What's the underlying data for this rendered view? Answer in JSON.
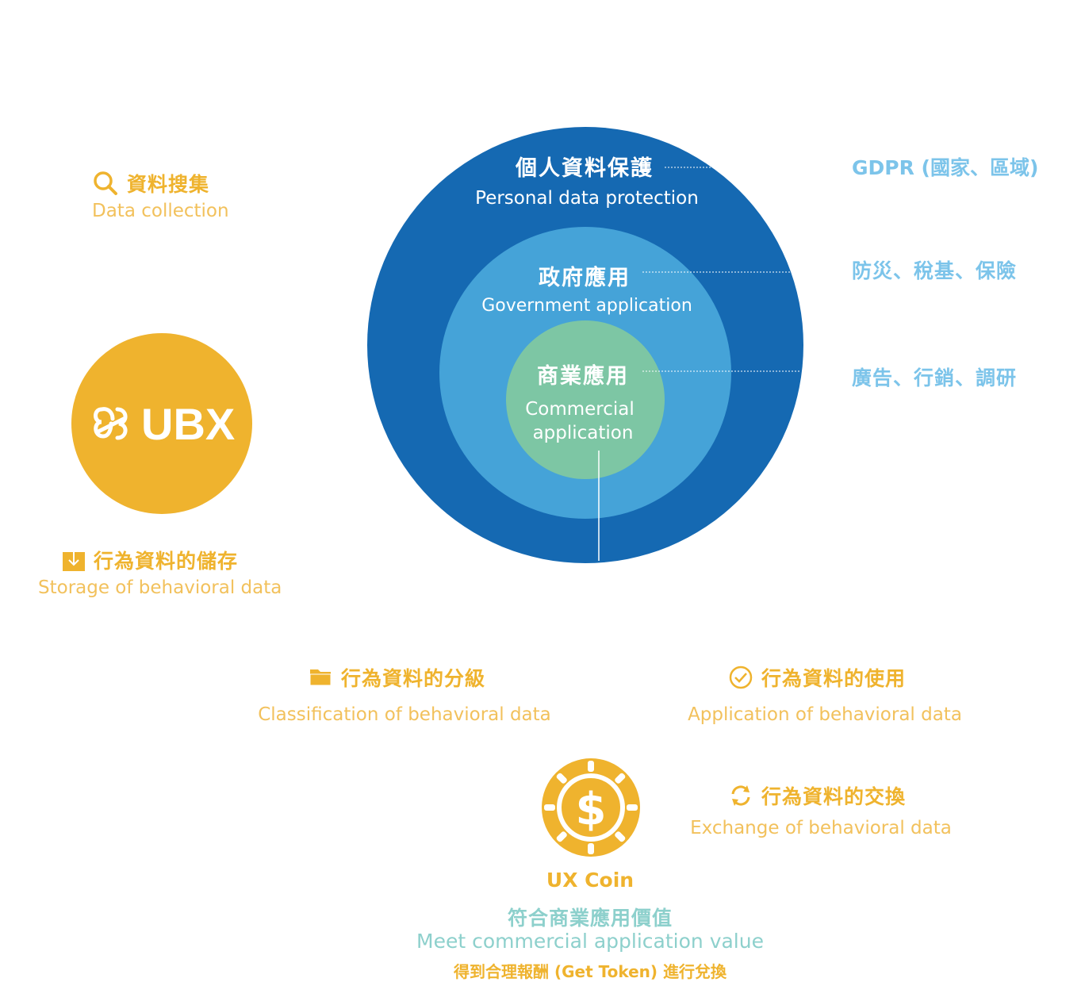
{
  "features": {
    "collection": {
      "icon": "search-icon",
      "zh": "資料搜集",
      "en": "Data collection"
    },
    "storage": {
      "icon": "download-box-icon",
      "zh": "行為資料的儲存",
      "en": "Storage of behavioral data"
    },
    "classification": {
      "icon": "folder-icon",
      "zh": "行為資料的分級",
      "en": "Classification of behavioral data"
    },
    "application": {
      "icon": "check-circle-icon",
      "zh": "行為資料的使用",
      "en": "Application of behavioral data"
    },
    "exchange": {
      "icon": "refresh-icon",
      "zh": "行為資料的交換",
      "en": "Exchange of behavioral data"
    }
  },
  "logo": {
    "text": "UBX",
    "icon": "ubx-logo-icon"
  },
  "circles": {
    "outer": {
      "zh": "個人資料保護",
      "en": "Personal data protection",
      "color": "#1569B2"
    },
    "middle": {
      "zh": "政府應用",
      "en": "Government application",
      "color": "#45A3D8"
    },
    "inner": {
      "zh": "商業應用",
      "en_line1": "Commercial",
      "en_line2": "application",
      "color": "#7DC6A4"
    }
  },
  "annotations": {
    "outer": "GDPR (國家、區域)",
    "middle": "防災、稅基、保險",
    "inner": "廣告、行銷、調研"
  },
  "coin": {
    "icon": "dollar-coin-icon",
    "title": "UX Coin",
    "zh": "符合商業應用價值",
    "en": "Meet commercial application value",
    "token": "得到合理報酬 (Get Token) 進行兌換"
  },
  "colors": {
    "gold": "#EFB32E",
    "teal": "#8DD0CC",
    "sky": "#7CC4EA"
  }
}
